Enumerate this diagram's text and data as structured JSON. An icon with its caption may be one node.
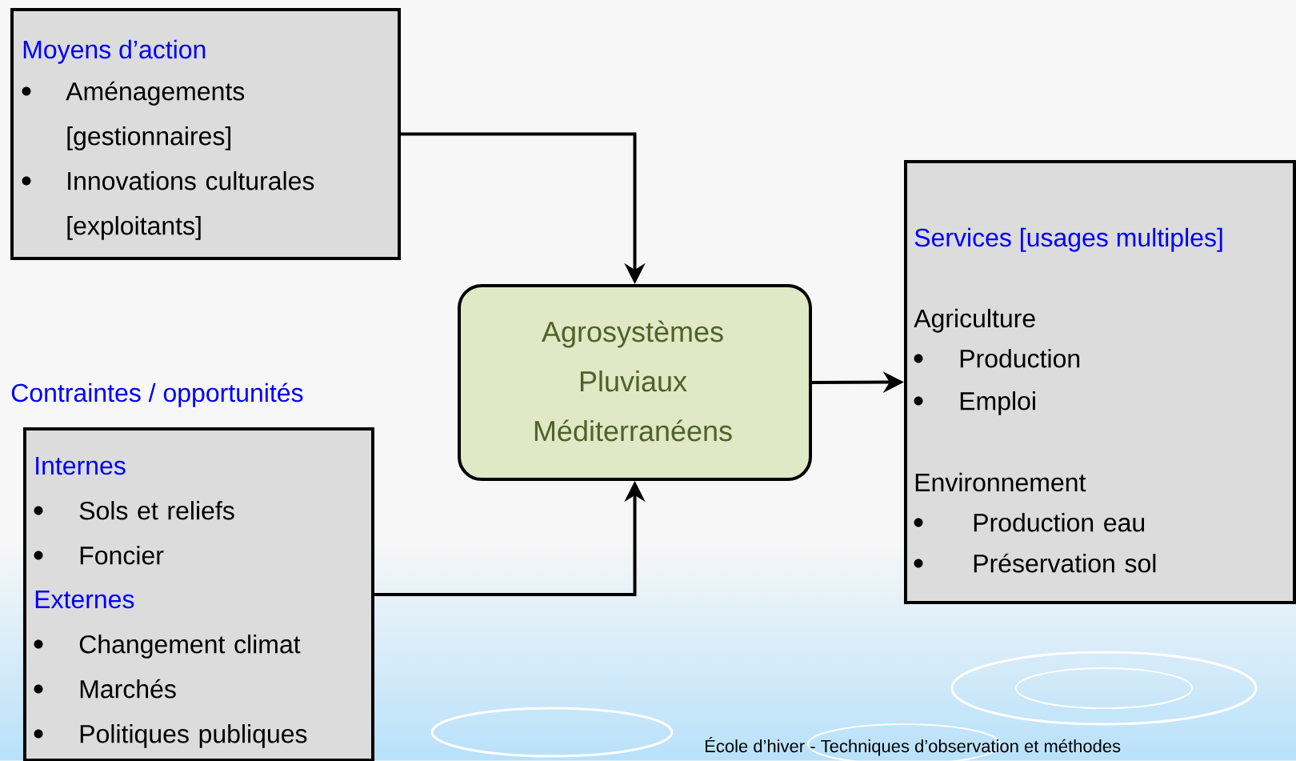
{
  "diagram": {
    "nodes": [
      {
        "text": [
          "Moyens d’action",
          "Aménagements [gestionnaires]",
          "Innovations culturales [exploitants]"
        ]
      },
      {
        "text": [
          "Contraintes / opportunités",
          "Internes",
          "Sols et reliefs",
          "Foncier",
          "Externes",
          "Changement climat",
          "Marchés",
          "Politiques publiques"
        ]
      },
      {
        "text": [
          "Agrosystèmes Pluviaux Méditerranéens"
        ]
      },
      {
        "text": [
          "Services [usages multiples]",
          "Agriculture",
          "Production",
          "Emploi",
          "Environnement",
          "Production eau",
          "Préservation sol"
        ]
      }
    ],
    "edges": [
      {
        "from": 0,
        "to": 2,
        "arrow": "to"
      },
      {
        "from": 1,
        "to": 2,
        "arrow": "to"
      },
      {
        "from": 2,
        "to": 3,
        "arrow": "to"
      }
    ],
    "labels": [
      "École d’hiver - Techniques d’observation et méthodes"
    ]
  }
}
